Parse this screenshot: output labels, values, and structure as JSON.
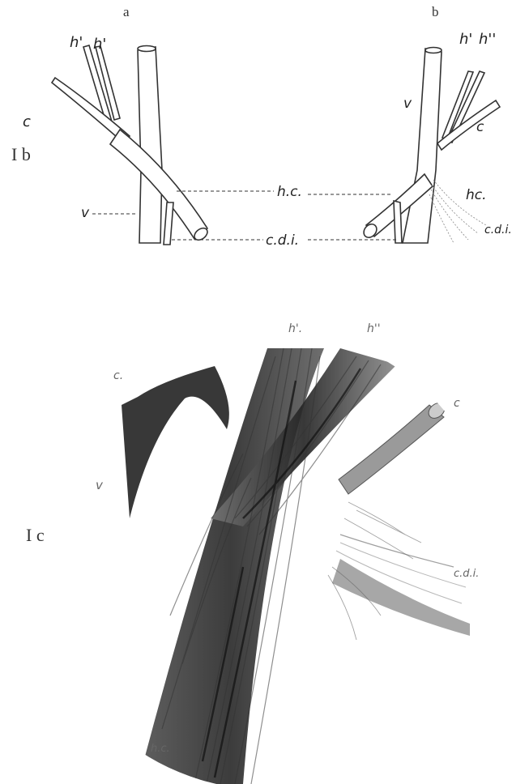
{
  "figure_1b": {
    "panel_a_letter": "a",
    "panel_b_letter": "b",
    "figure_label": "I b",
    "panel_a": {
      "h_prime_1": "h'",
      "h_prime_2": "h'",
      "c": "c",
      "v": "v"
    },
    "panel_b": {
      "h_prime": "h'",
      "h_double_prime": "h''",
      "v": "v",
      "c": "c",
      "hc": "hc.",
      "cdi": "c.d.i."
    },
    "shared": {
      "hc": "h.c.",
      "cdi": "c.d.i."
    }
  },
  "figure_1c": {
    "figure_label": "I c",
    "c_top_left": "c.",
    "h_prime": "h'.",
    "h_double_prime": "h''",
    "c_right": "c",
    "v": "v",
    "cdi": "c.d.i.",
    "hc": "h.c."
  }
}
